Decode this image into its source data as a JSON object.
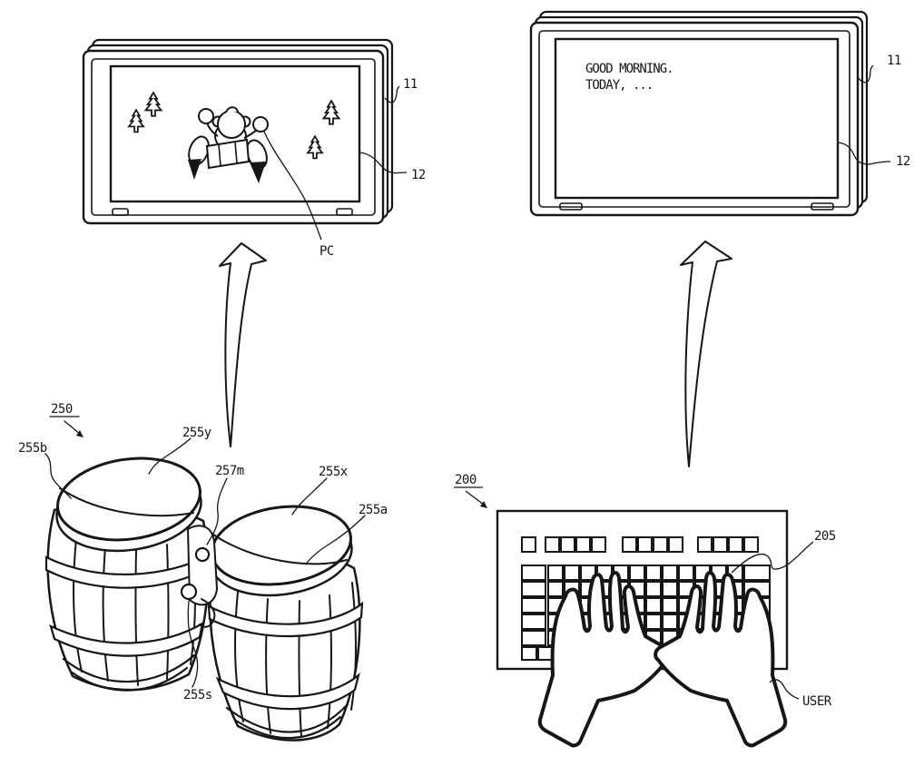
{
  "displays": {
    "game": {
      "frame_label": "11",
      "screen_label": "12",
      "character_label": "PC"
    },
    "text": {
      "frame_label": "11",
      "screen_label": "12",
      "lines": [
        "GOOD MORNING.",
        "TODAY, ..."
      ]
    }
  },
  "controller": {
    "ref_label": "250",
    "labels": {
      "left_head": "255b",
      "left_rim": "255y",
      "mic": "257m",
      "right_rim": "255x",
      "right_head": "255a",
      "side_button": "255s"
    }
  },
  "keyboard": {
    "ref_label": "200",
    "key_label": "205",
    "user_label": "USER"
  },
  "colors": {
    "ink": "#161616",
    "paper": "#ffffff"
  }
}
